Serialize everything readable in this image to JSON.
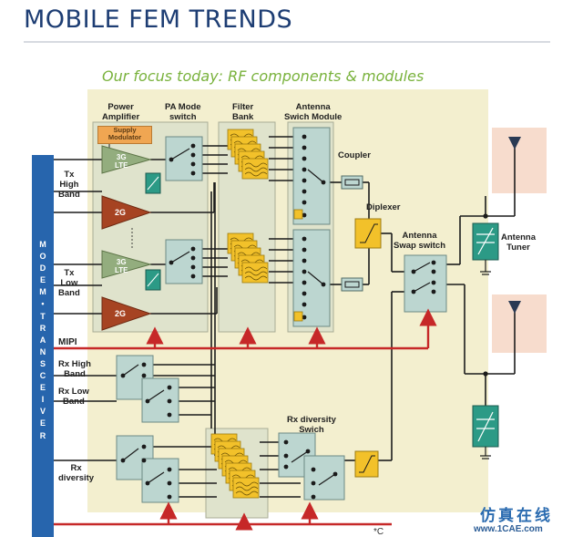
{
  "slide": {
    "title": "MOBILE FEM TRENDS",
    "focus": "Our focus today: RF components & modules"
  },
  "modem_letters": [
    "M",
    "O",
    "D",
    "E",
    "M",
    "•",
    "T",
    "R",
    "A",
    "N",
    "S",
    "C",
    "E",
    "I",
    "V",
    "E",
    "R"
  ],
  "labels": {
    "power_amplifier": "Power\nAmplifier",
    "supply_modulator": "Supply\nModulator",
    "pa_mode_switch": "PA Mode\nswitch",
    "filter_bank": "Filter\nBank",
    "antenna_switch_module": "Antenna\nSwich Module",
    "coupler": "Coupler",
    "diplexer": "Diplexer",
    "antenna_swap_switch": "Antenna\nSwap switch",
    "antenna_tuner": "Antenna\nTuner",
    "tx_high_band": "Tx\nHigh\nBand",
    "tx_low_band": "Tx\nLow\nBand",
    "mipi": "MIPI",
    "rx_high_band": "Rx High\nBand",
    "rx_low_band": "Rx Low\nBand",
    "rx_diversity": "Rx\ndiversity",
    "rx_diversity_switch": "Rx diversity\nSwich",
    "amp_3g_lte_top": "3G\nLTE",
    "amp_2g_top": "2G",
    "amp_3g_lte_bottom": "3G\nLTE",
    "amp_2g_bottom": "2G"
  },
  "footer": {
    "watermark_cn": "仿真在线",
    "watermark_url": "www.1CAE.com",
    "footnote": "*C"
  },
  "colors": {
    "title": "#1d3d73",
    "focus": "#79b23c",
    "panel": "#f3efcf",
    "modem": "#2765ad",
    "pa_fill": "#93ad7e",
    "pa_2g_fill": "#a64322",
    "filter": "#f2c12a",
    "mipi_line": "#c62828",
    "tuner": "#2c9a86",
    "antenna_bg": "#f7dccd"
  }
}
